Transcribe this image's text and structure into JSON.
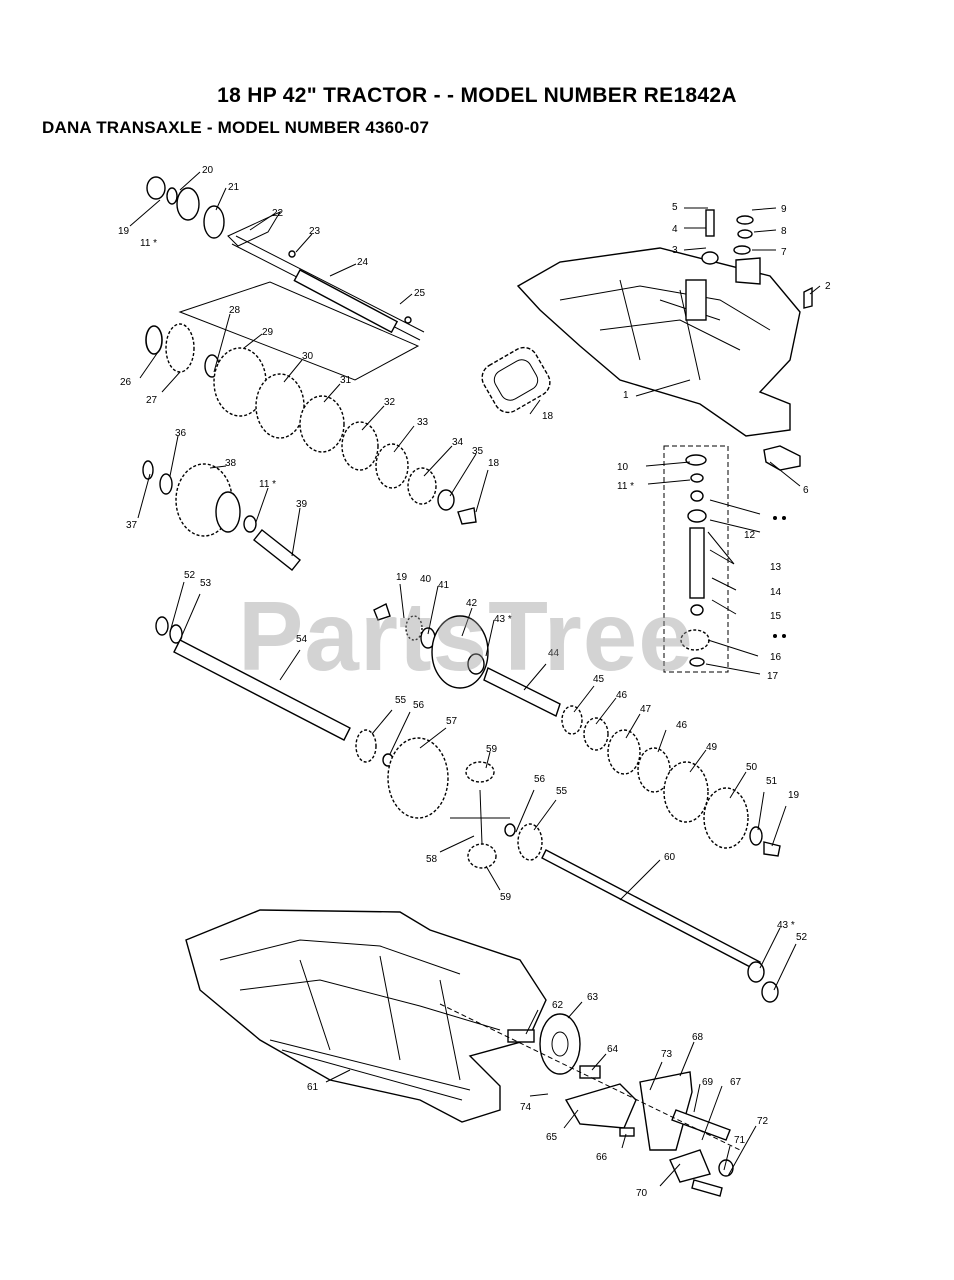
{
  "title": "18 HP 42\" TRACTOR - - MODEL NUMBER RE1842A",
  "subtitle": "DANA  TRANSAXLE - MODEL NUMBER 4360-07",
  "watermark": "PartsTree",
  "part_labels": {
    "p1": "1",
    "p2": "2",
    "p3": "3",
    "p4": "4",
    "p5": "5",
    "p6": "6",
    "p7": "7",
    "p8": "8",
    "p9": "9",
    "p10": "10",
    "p11a": "11 *",
    "p11b": "11 *",
    "p11c": "11 *",
    "p12": "12",
    "p13": "13",
    "p14": "14",
    "p15": "15",
    "p16": "16",
    "p17": "17",
    "p18a": "18",
    "p18b": "18",
    "p19a": "19",
    "p19b": "19",
    "p19c": "19",
    "p20": "20",
    "p21": "21",
    "p22": "22",
    "p23": "23",
    "p24": "24",
    "p25": "25",
    "p26": "26",
    "p27": "27",
    "p28": "28",
    "p29": "29",
    "p30": "30",
    "p31": "31",
    "p32": "32",
    "p33": "33",
    "p34": "34",
    "p35": "35",
    "p36": "36",
    "p37": "37",
    "p38": "38",
    "p39": "39",
    "p40": "40",
    "p41": "41",
    "p42": "42",
    "p43a": "43 *",
    "p43b": "43 *",
    "p44": "44",
    "p45": "45",
    "p46a": "46",
    "p46b": "46",
    "p47": "47",
    "p49": "49",
    "p50": "50",
    "p51": "51",
    "p52a": "52",
    "p52b": "52",
    "p53": "53",
    "p54": "54",
    "p55a": "55",
    "p55b": "55",
    "p56a": "56",
    "p56b": "56",
    "p57": "57",
    "p58": "58",
    "p59a": "59",
    "p59b": "59",
    "p60": "60",
    "p61": "61",
    "p62": "62",
    "p63": "63",
    "p64": "64",
    "p65": "65",
    "p66": "66",
    "p67": "67",
    "p68": "68",
    "p69": "69",
    "p70": "70",
    "p71": "71",
    "p72": "72",
    "p73": "73",
    "p74": "74"
  }
}
